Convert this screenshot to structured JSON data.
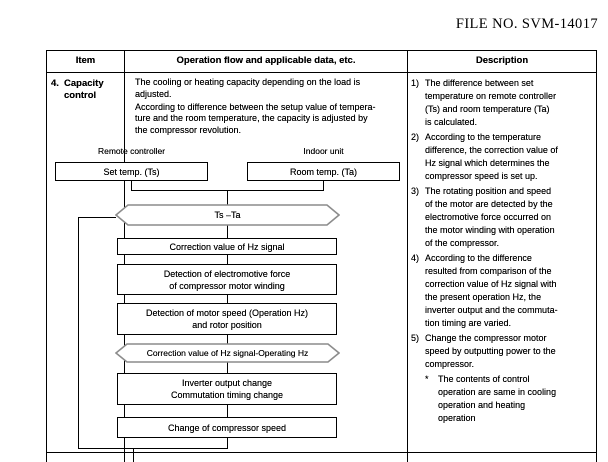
{
  "header": {
    "file_no": "FILE NO. SVM-14017"
  },
  "table": {
    "columns": {
      "item": "Item",
      "flow": "Operation flow and applicable data, etc.",
      "description": "Description"
    },
    "row": {
      "item_number": "4.",
      "item_label": "Capacity\ncontrol",
      "flow_paragraphs": {
        "p1": "The cooling or heating capacity depending on the load is\nadjusted.",
        "p2": "According to difference between the setup value of tempera-\nture and the room temperature, the capacity is adjusted by\nthe compressor revolution."
      },
      "description_items": [
        {
          "marker": "1)",
          "text": "The difference between set\ntemperature on remote controller\n(Ts) and room temperature (Ta)\nis calculated."
        },
        {
          "marker": "2)",
          "text": "According to the temperature\ndifference, the correction value of\nHz signal which determines the\ncompressor speed is set up."
        },
        {
          "marker": "3)",
          "text": "The rotating position and speed\nof the motor are detected by the\nelectromotive force occurred on\nthe motor winding with operation\nof the compressor."
        },
        {
          "marker": "4)",
          "text": "According to the difference\nresulted from comparison of the\ncorrection value of Hz signal with\nthe present operation Hz, the\ninverter output and the commuta-\ntion timing are varied."
        },
        {
          "marker": "5)",
          "text": "Change the compressor motor\nspeed by outputting power to the\ncompressor."
        },
        {
          "marker": "*",
          "text": "The contents of control\noperation are same in cooling\noperation and heating\noperation"
        }
      ]
    }
  },
  "flowchart": {
    "remote_label": "Remote controller",
    "indoor_label": "Indoor unit",
    "set_temp": "Set temp. (Ts)",
    "room_temp": "Room temp. (Ta)",
    "compare1": "Ts –Ta",
    "correction": "Correction value of Hz signal",
    "emf_detection": "Detection of electromotive force\nof compressor motor winding",
    "motor_speed": "Detection of motor speed (Operation Hz)\nand rotor position",
    "compare2": "Correction value of Hz signal-Operating Hz",
    "inverter": "Inverter output change\nCommutation timing change",
    "speed_change": "Change of compressor speed",
    "hex_border_color": "#8c8c8c",
    "line_color": "#000000"
  }
}
